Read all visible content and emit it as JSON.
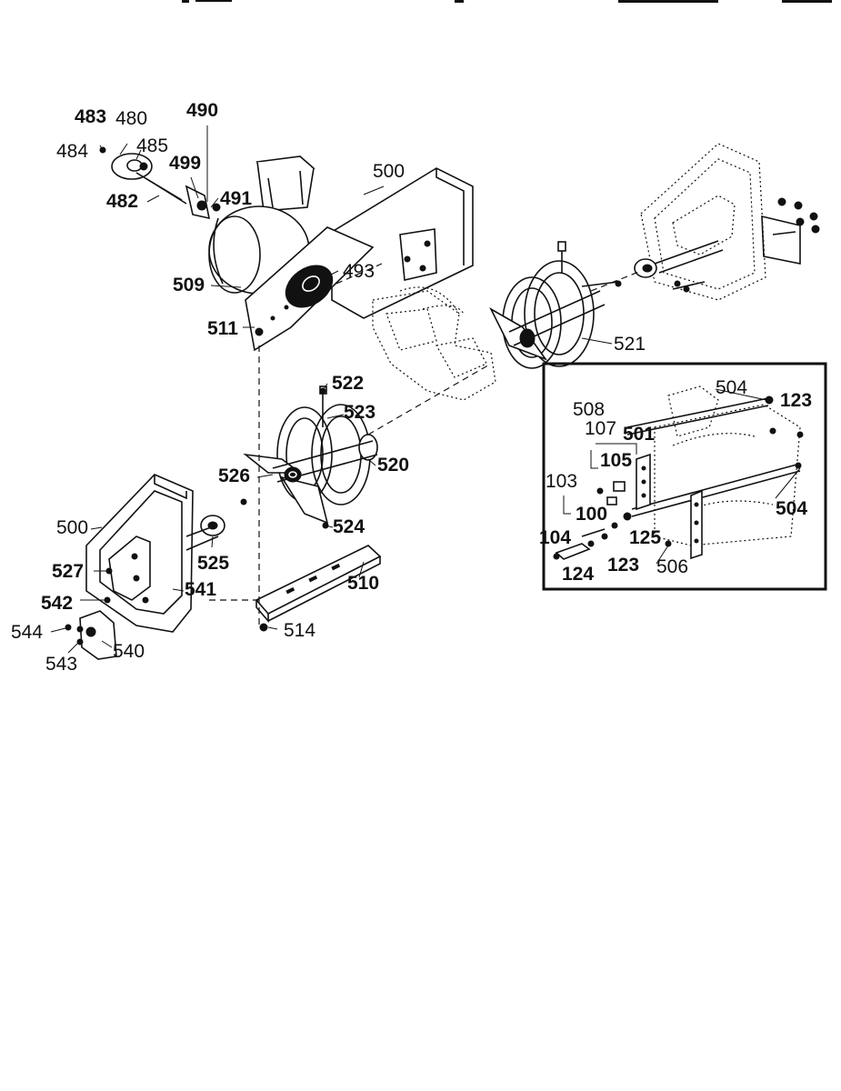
{
  "labels": [
    "483",
    "480",
    "490",
    "484",
    "485",
    "499",
    "482",
    "491",
    "500",
    "509",
    "493",
    "511",
    "521",
    "522",
    "523",
    "520",
    "526",
    "524",
    "525",
    "500",
    "527",
    "541",
    "542",
    "544",
    "543",
    "540",
    "510",
    "514",
    "508",
    "107",
    "501",
    "504",
    "123",
    "105",
    "103",
    "100",
    "104",
    "125",
    "124",
    "123",
    "506",
    "504"
  ]
}
